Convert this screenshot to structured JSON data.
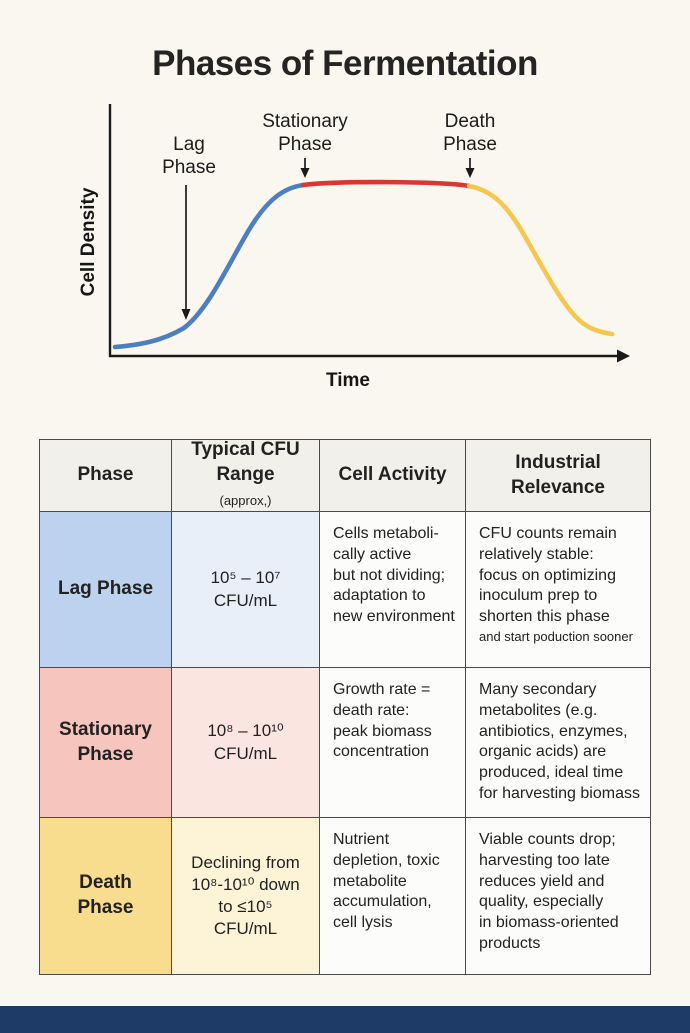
{
  "page": {
    "title": "Phases of Fermentation"
  },
  "colors": {
    "background": "#FAF7F1",
    "curve_lag_segment": "#4D7FC0",
    "curve_stationary_segment": "#D93830",
    "curve_death_segment": "#F5C74E",
    "table_header_bg": "#F2F0EB",
    "lag_phase_cell_bg": "#BDD2EE",
    "lag_cfu_cell_bg": "#E9EFF9",
    "stationary_phase_cell_bg": "#F6C6BE",
    "stationary_cfu_cell_bg": "#FBE5E0",
    "death_phase_cell_bg": "#F8DD8F",
    "death_cfu_cell_bg": "#FDF4D8",
    "footer_bar": "#1E3A66"
  },
  "chart_data": {
    "type": "line",
    "title": "Microbial growth curve (qualitative)",
    "xlabel": "Time",
    "ylabel": "Cell Density",
    "axes_numeric": false,
    "grid": false,
    "segments": [
      {
        "name": "Lag / growth segment",
        "color": "#4D7FC0",
        "shape": "sigmoidal rise from low cell density up to plateau"
      },
      {
        "name": "Stationary segment",
        "color": "#D93830",
        "shape": "flat plateau at peak cell density"
      },
      {
        "name": "Death segment",
        "color": "#F5C74E",
        "shape": "sigmoidal decline from plateau back to low density"
      }
    ],
    "annotations": [
      {
        "label": "Lag Phase",
        "points_to": "early slowly-rising part of curve"
      },
      {
        "label": "Stationary Phase",
        "points_to": "start of red plateau"
      },
      {
        "label": "Death Phase",
        "points_to": "end of plateau / start of yellow decline"
      }
    ]
  },
  "chart": {
    "ylabel": "Cell Density",
    "xlabel": "Time",
    "labels": {
      "lag1": "Lag",
      "lag2": "Phase",
      "st1": "Stationary",
      "st2": "Phase",
      "de1": "Death",
      "de2": "Phase"
    }
  },
  "table": {
    "headers": {
      "phase": "Phase",
      "cfu": "Typical CFU Range",
      "cfu_sub": "(approx,)",
      "activity": "Cell Activity",
      "relevance": "Industrial\nRelevance"
    },
    "rows": [
      {
        "phase": "Lag Phase",
        "cfu": "10⁵ – 10⁷\nCFU/mL",
        "activity": "Cells metaboli-\ncally active\nbut not dividing;\nadaptation to\nnew environment",
        "relevance": "CFU counts remain\nrelatively stable:\nfocus on optimizing\ninoculum prep to\nshorten this phase",
        "relevance_note": "and start poduction sooner"
      },
      {
        "phase": "Stationary\nPhase",
        "cfu": "10⁸ – 10¹⁰\nCFU/mL",
        "activity": "Growth rate =\ndeath rate:\npeak biomass\nconcentration",
        "relevance": "Many secondary\nmetabolites (e.g.\nantibiotics, enzymes,\norganic acids) are\nproduced, ideal time\nfor harvesting biomass",
        "relevance_note": ""
      },
      {
        "phase": "Death\nPhase",
        "cfu": "Declining from\n10⁸-10¹⁰ down\nto ≤10⁵\nCFU/mL",
        "activity": "Nutrient\ndepletion, toxic\nmetabolite\naccumulation,\ncell lysis",
        "relevance": "Viable counts drop;\nharvesting too late\nreduces yield and\nquality, especially\nin biomass-oriented\nproducts",
        "relevance_note": ""
      }
    ]
  }
}
